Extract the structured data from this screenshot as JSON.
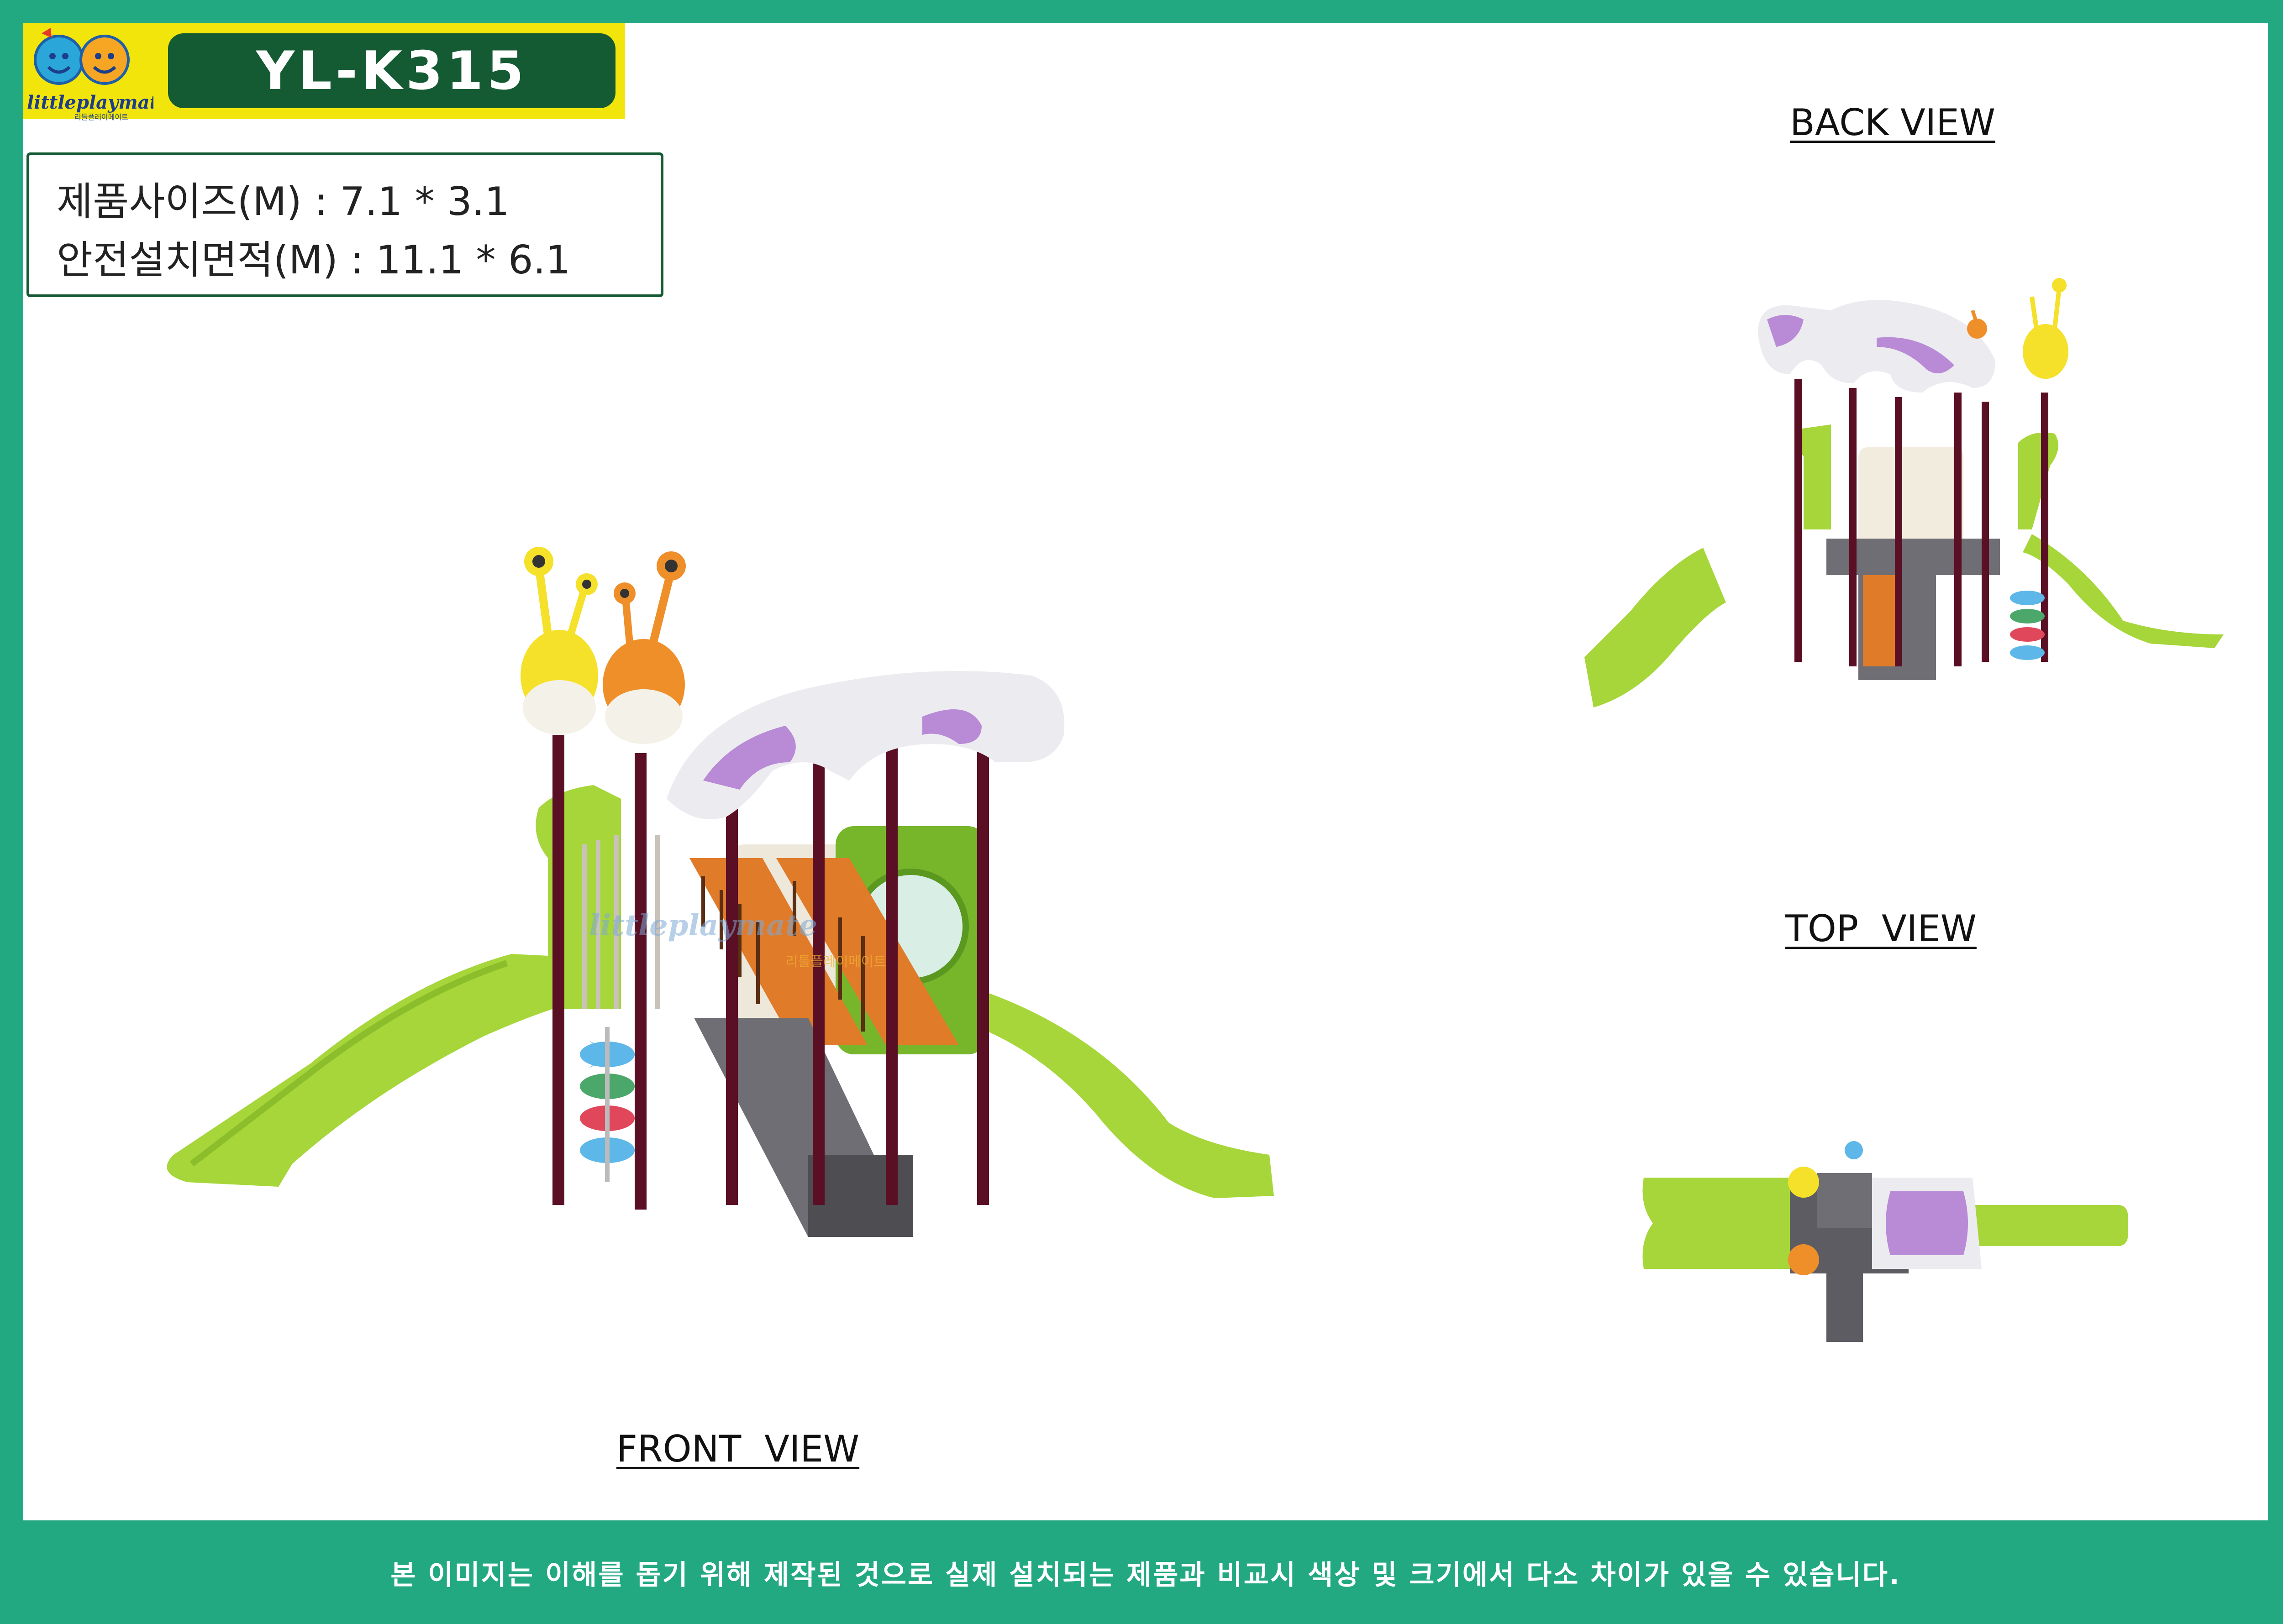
{
  "header": {
    "logo": {
      "icon": "smiley-faces-logo",
      "wordmark": "littleplaymate",
      "korean": "리틀플레이메이트"
    },
    "model": "YL-K315"
  },
  "specs": {
    "product_size": "제품사이즈(M) : 7.1 * 3.1",
    "safety_area": "안전설치면적(M) : 11.1 * 6.1"
  },
  "views": {
    "back": "BACK VIEW",
    "top": "TOP  VIEW",
    "front": "FRONT  VIEW"
  },
  "watermark": {
    "wordmark": "littleplaymate",
    "korean": "리틀플레이메이트"
  },
  "footer": "본 이미지는 이해를 돕기 위해 제작된 것으로 실제 설치되는 제품과 비교시 색상 및 크기에서 다소 차이가 있을 수 있습니다.",
  "colors": {
    "frame": "#23a982",
    "yellow": "#f2e50c",
    "dark_green": "#145a32",
    "slide_green": "#a6d63a",
    "post_maroon": "#5a0f24",
    "roof_white": "#ececf0",
    "roof_purple": "#b98ad6",
    "orange_panel": "#e07b2a",
    "snail_yellow": "#f5e02a",
    "snail_orange": "#ef8f2a"
  }
}
